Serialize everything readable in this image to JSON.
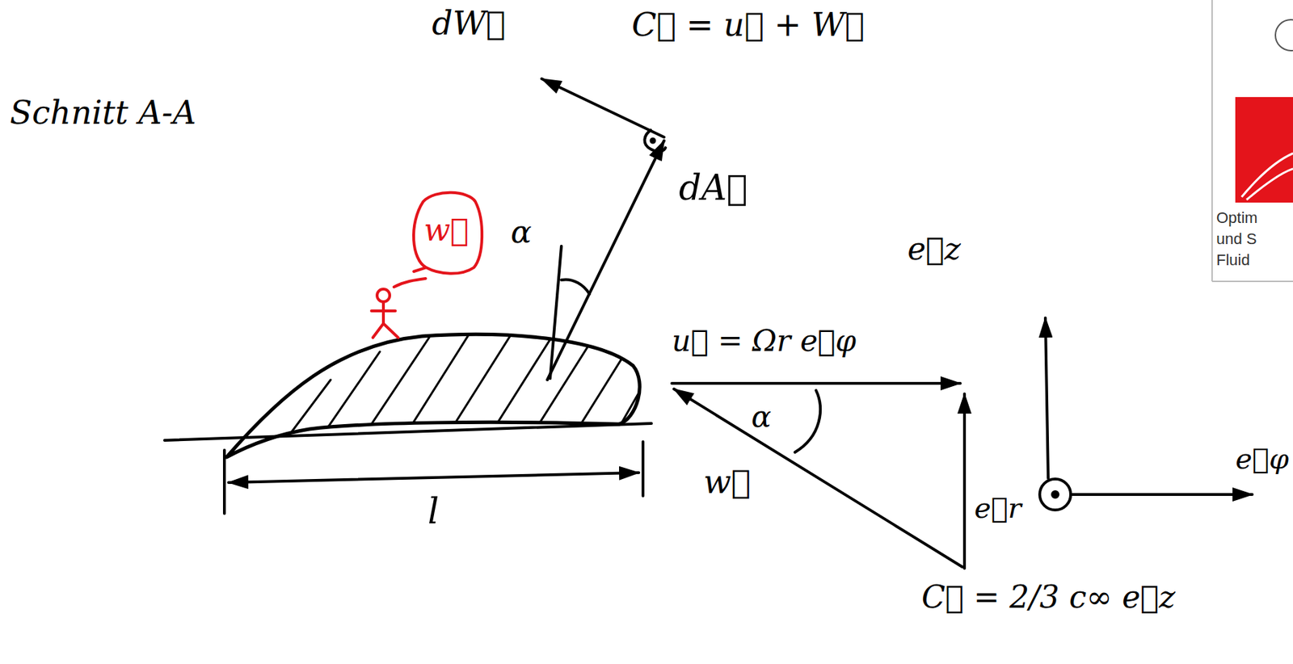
{
  "diagram": {
    "nodes": [
      {
        "text": [
          "w⃗"
        ]
      }
    ],
    "labels": [
      "Schnitt A-A",
      "dW⃗",
      "C⃗ = u⃗ + W⃗",
      "dA⃗",
      "α",
      "e⃗z",
      "u⃗ = Ωr e⃗φ",
      "α",
      "w⃗",
      "l",
      "e⃗r",
      "e⃗φ",
      "C⃗ = 2/3 c∞ e⃗z",
      "Optim",
      "und S",
      "Fluid"
    ]
  }
}
